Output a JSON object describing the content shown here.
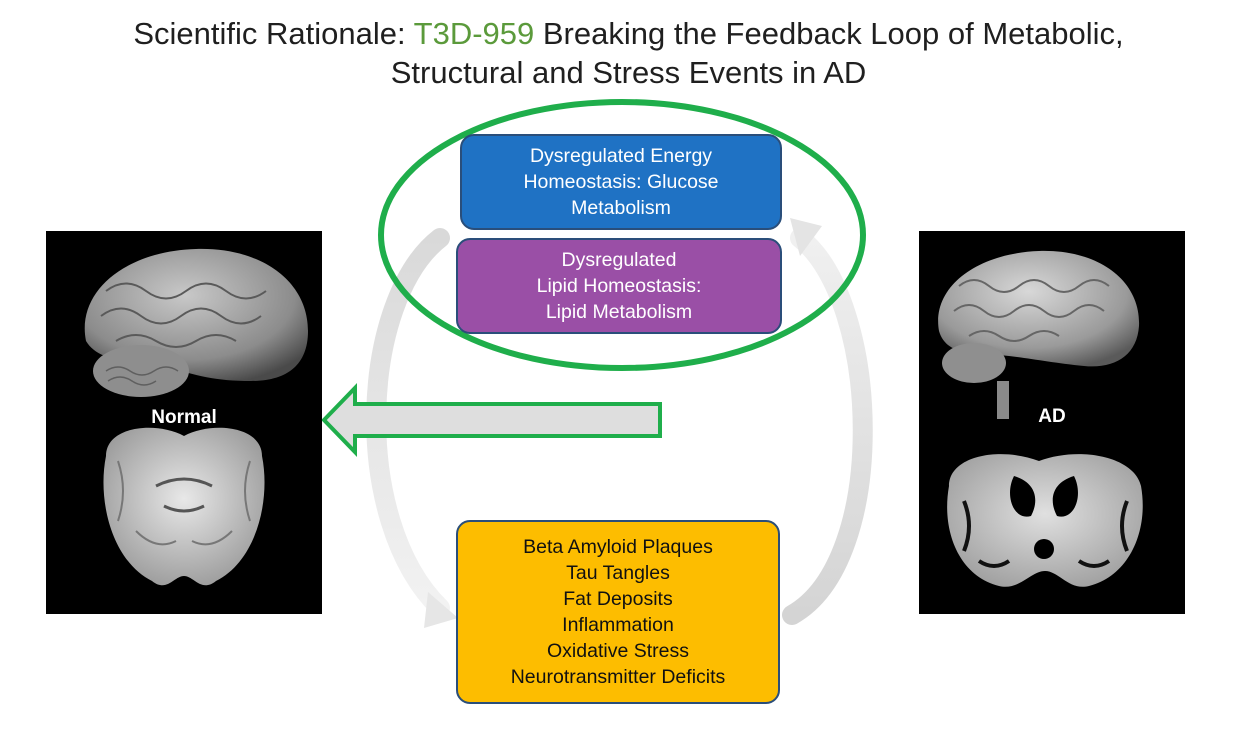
{
  "title": {
    "prefix": "Scientific Rationale: ",
    "accent": "T3D-959",
    "rest_line1": " Breaking the Feedback Loop of Metabolic,",
    "line2": "Structural and Stress Events in AD"
  },
  "boxes": {
    "blue": [
      "Dysregulated Energy",
      "Homeostasis: Glucose",
      "Metabolism"
    ],
    "purple": [
      "Dysregulated",
      "Lipid Homeostasis:",
      "Lipid Metabolism"
    ],
    "yellow": [
      "Beta Amyloid Plaques",
      "Tau Tangles",
      "Fat Deposits",
      "Inflammation",
      "Oxidative Stress",
      "Neurotransmitter Deficits"
    ]
  },
  "panels": {
    "normal_label": "Normal",
    "ad_label": "AD"
  },
  "colors": {
    "accent_green": "#5b9a3b",
    "ellipse_green": "#1fae4b",
    "blue_box": "#1f72c4",
    "purple_box": "#9a4fa6",
    "yellow_box": "#fdbd00"
  }
}
